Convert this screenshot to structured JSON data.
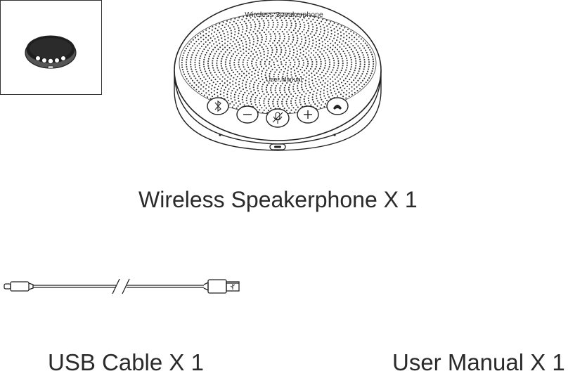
{
  "items": {
    "speaker": {
      "caption": "Wireless Speakerphone X 1"
    },
    "cable": {
      "caption": "USB Cable X 1"
    },
    "manual": {
      "caption": "User Manual X 1",
      "cover_title": "Wireless  Speakerphone",
      "cover_subtitle": "User Manual"
    }
  },
  "speaker_buttons": [
    "bluetooth-icon",
    "volume-down-icon",
    "mic-mute-icon",
    "volume-up-icon",
    "call-icon"
  ],
  "colors": {
    "line": "#222222",
    "speaker_dark": "#1e1e1e",
    "speaker_body": "#6a6a6a"
  }
}
